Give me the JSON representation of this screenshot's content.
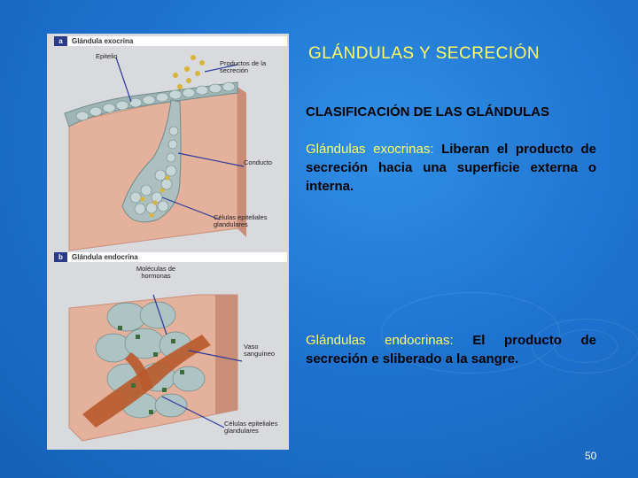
{
  "slide": {
    "title": "GLÁNDULAS Y SECRECIÓN",
    "subtitle": "CLASIFICACIÓN DE LAS GLÁNDULAS",
    "exocrine": {
      "term": "Glándulas exocrinas:",
      "text": " Liberan el producto de secreción hacia una superficie externa o interna."
    },
    "endocrine": {
      "term": "Glándulas endocrinas:",
      "text": " El producto de secreción e sliberado a la sangre."
    },
    "page_number": "50"
  },
  "figure": {
    "panel_a": {
      "letter": "a",
      "title": "Glándula exocrina",
      "labels": {
        "epithelium": "Epitelio",
        "secretion_products": "Productos de la secreción",
        "duct": "Conducto",
        "glandular_cells": "Células epiteliales glandulares"
      }
    },
    "panel_b": {
      "letter": "b",
      "title": "Glándula endocrina",
      "labels": {
        "hormone_molecules": "Moléculas de hormonas",
        "blood_vessel": "Vaso sanguíneo",
        "glandular_cells": "Células epiteliales glandulares"
      }
    }
  },
  "colors": {
    "title": "#ffff66",
    "highlight": "#ffff66",
    "body_text": "#000000",
    "background": "#1f74d0"
  }
}
